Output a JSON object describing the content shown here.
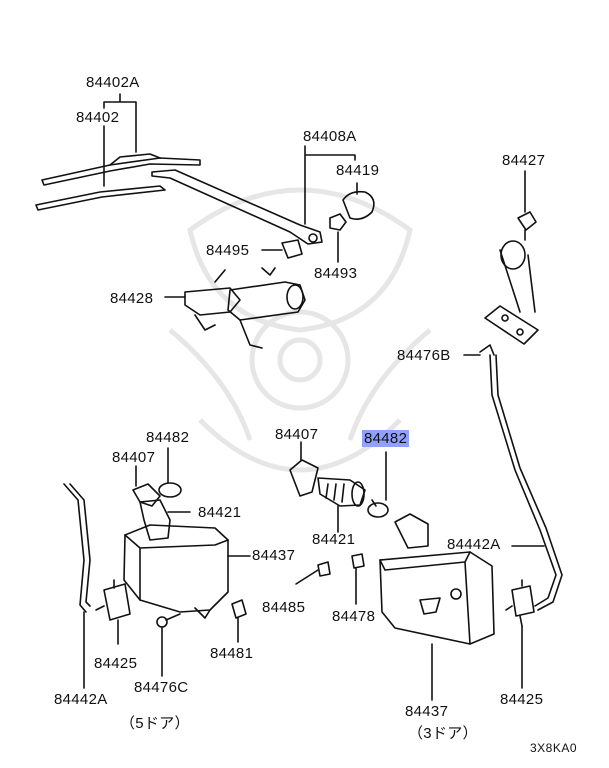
{
  "labels": {
    "l84402A": "84402A",
    "l84402": "84402",
    "l84408A": "84408A",
    "l84419": "84419",
    "l84427": "84427",
    "l84495": "84495",
    "l84493": "84493",
    "l84428": "84428",
    "l84476B": "84476B",
    "l84482_left": "84482",
    "l84407_left": "84407",
    "l84407_mid": "84407",
    "l84482_hl": "84482",
    "l84421_left": "84421",
    "l84421_mid": "84421",
    "l84437_left": "84437",
    "l84442A_right": "84442A",
    "l84485": "84485",
    "l84478": "84478",
    "l84425_left": "84425",
    "l84481": "84481",
    "l84476C": "84476C",
    "l84442A_left": "84442A",
    "l84437_right": "84437",
    "l84425_right": "84425",
    "variant_5door": "（5ドア）",
    "variant_3door": "（3ドア）",
    "diagram_code": "3X8KA0"
  },
  "highlight": {
    "part": "84482",
    "color": "#8fa0ff"
  }
}
